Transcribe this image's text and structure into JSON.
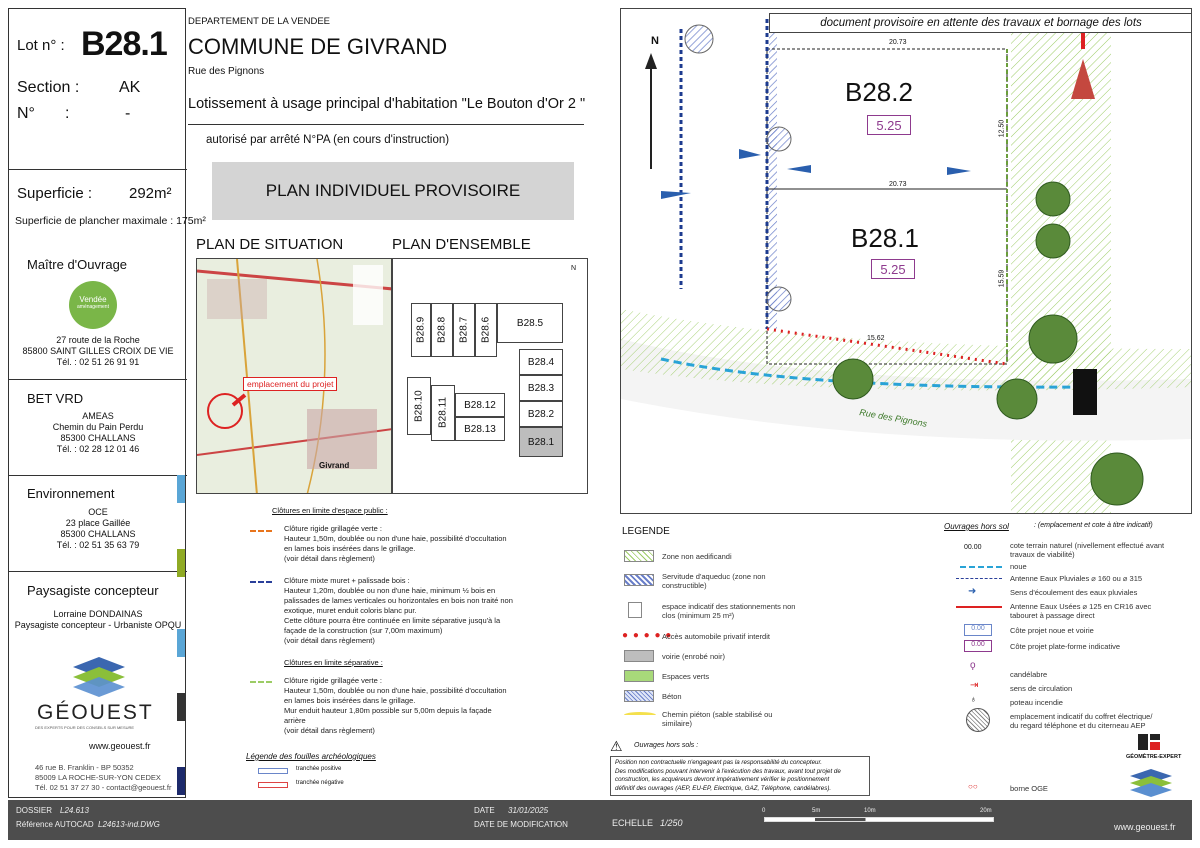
{
  "lot": {
    "label": "Lot n° :",
    "number": "B28.1",
    "section_label": "Section :",
    "section": "AK",
    "n_label": "N°",
    "n_colon": ":",
    "n_value": "-",
    "superficie_label": "Superficie :",
    "superficie": "292m²",
    "plancher": "Superficie de plancher  maximale : 175m²"
  },
  "maitre": {
    "title": "Maître d'Ouvrage",
    "logo_text1": "Vendée",
    "logo_text2": "aménagement",
    "address": "27 route de la Roche",
    "city": "85800 SAINT GILLES CROIX DE VIE",
    "tel": "Tél. : 02 51 26 91 91"
  },
  "bet": {
    "title": "BET VRD",
    "name": "AMEAS",
    "address": "Chemin du Pain Perdu",
    "city": "85300 CHALLANS",
    "tel": "Tél. : 02 28 12 01 46"
  },
  "env": {
    "title": "Environnement",
    "name": "OCE",
    "address": "23 place Gaillée",
    "city": "85300 CHALLANS",
    "tel": "Tél. : 02 51 35 63 79"
  },
  "paysagiste": {
    "title": "Paysagiste concepteur",
    "name": "Lorraine DONDAINAS",
    "role": "Paysagiste concepteur - Urbaniste OPQU"
  },
  "geouest": {
    "name": "GÉOUEST",
    "tagline": "DES EXPERTS POUR DES CONSEILS SUR MESURE",
    "web": "www.geouest.fr",
    "addr1": "46 rue B. Franklin - BP 50352",
    "addr2": "85009 LA ROCHE-SUR-YON CEDEX",
    "contact": "Tél. 02 51 37 27 30 - contact@geouest.fr"
  },
  "header": {
    "dept": "DEPARTEMENT DE LA VENDEE",
    "commune": "COMMUNE DE GIVRAND",
    "rue": "Rue des Pignons",
    "lotissement": "Lotissement à  usage principal d'habitation \"Le Bouton d'Or 2 \"",
    "arrete": "autorisé par arrêté N°PA (en cours d'instruction)",
    "plan_title": "PLAN INDIVIDUEL PROVISOIRE"
  },
  "situation": {
    "title": "PLAN DE SITUATION",
    "emplacement": "emplacement du projet",
    "town": "Givrand"
  },
  "ensemble": {
    "title": "PLAN D'ENSEMBLE",
    "north": "N",
    "lots": [
      "B28.9",
      "B28.8",
      "B28.7",
      "B28.6",
      "B28.5",
      "B28.4",
      "B28.3",
      "B28.2",
      "B28.1",
      "B28.10",
      "B28.11",
      "B28.12",
      "B28.13"
    ]
  },
  "clotures": {
    "title_public": "Clôtures en limite d'espace public :",
    "item1": [
      "Clôture rigide grillagée verte :",
      "Hauteur 1,50m, doublée ou non d'une haie, possibilité d'occultation",
      "en lames bois insérées dans le grillage.",
      "(voir détail dans règlement)"
    ],
    "item2": [
      "Clôture mixte muret + palissade bois :",
      "Hauteur 1,20m, doublée ou non d'une haie, minimum ½ bois en",
      "palissades de lames verticales ou horizontales en bois non traité non",
      "exotique, muret enduit coloris blanc pur.",
      "Cette clôture pourra être continuée en limite séparative jusqu'à la",
      "façade de la construction (sur 7,00m maximum)",
      "(voir détail dans règlement)"
    ],
    "title_sep": "Clôtures en limite séparative :",
    "item3": [
      "Clôture rigide grillagée verte :",
      "Hauteur 1,50m, doublée ou non d'une haie, possibilité d'occultation",
      "en lames bois insérées dans le grillage.",
      "Mur enduit hauteur 1,80m possible sur 5,00m  depuis la façade",
      "arrière",
      "(voir détail dans règlement)"
    ],
    "fouilles_title": "Légende  des  fouilles  archéologiques",
    "fouille1": "tranchée positive",
    "fouille2": "tranchée négative"
  },
  "plan": {
    "banner": "document provisoire en attente des travaux et bornage des lots",
    "lot_a": "B28.2",
    "lot_a_val": "5.25",
    "lot_b": "B28.1",
    "lot_b_val": "5.25",
    "rue": "Rue des Pignons",
    "dim1": "20.73",
    "dim2": "20.73",
    "dim3": "12.50",
    "dim4": "15.59",
    "dim5": "15.62",
    "north": "N"
  },
  "legende": {
    "title": "LEGENDE",
    "items": [
      "Zone non aedificandi",
      "Servitude d'aqueduc (zone non constructible)",
      "espace indicatif des stationnements non clos (minimum 25 m²)",
      "Accès automobile privatif interdit",
      "voirie (enrobé noir)",
      "Espaces verts",
      "Béton",
      "Chemin piéton (sable stabilisé ou similaire)"
    ],
    "ouvrages_title": "Ouvrages hors sol",
    "ouvrages_note": ": (emplacement et cote à titre indicatif)",
    "right_items": [
      "cote terrain naturel (nivellement effectué avant travaux de viabilité)",
      "noue",
      "Antenne Eaux Pluviales ⌀ 160 ou ⌀ 315",
      "Sens d'écoulement des eaux pluviales",
      "Antenne Eaux Usées ⌀ 125 en CR16 avec tabouret à passage direct",
      "Côte projet noue et voirie",
      "Côte projet plate-forme indicative",
      "candélabre",
      "sens de circulation",
      "poteau incendie",
      "emplacement indicatif du coffret électrique/ du regard téléphone et du citerneau AEP",
      "borne OGE"
    ],
    "box1": "0.00",
    "box2": "0.00",
    "warn_title": "Ouvrages hors sols :",
    "warn": [
      "Position non contractuelle n'engageant pas la responsabilité du concepteur.",
      "Des modifications pouvant intervenir à l'exécution des travaux, avant tout projet de",
      "construction, les acquéreurs devront impérativement vérifier le positionnement",
      "définitif des ouvrages (AEP, EU-EP, Electrique, GAZ, Téléphone, candélabres)."
    ],
    "geometre": "GÉOMÈTRE-EXPERT"
  },
  "footer": {
    "dossier_label": "DOSSIER",
    "dossier": "L24.613",
    "autocad_label": "Référence AUTOCAD",
    "autocad": "L24613-ind.DWG",
    "date_label": "DATE",
    "date": "31/01/2025",
    "modif_label": "DATE DE MODIFICATION",
    "modif": "-",
    "echelle_label": "ECHELLE",
    "echelle": "1/250",
    "scale0": "0",
    "scale1": "5m",
    "scale2": "10m",
    "scale3": "20m",
    "web": "www.geouest.fr"
  },
  "colors": {
    "orange": "#e8741c",
    "blue": "#2a3f9a",
    "green_light": "#9ccc65",
    "logo_green": "#7ab648"
  }
}
